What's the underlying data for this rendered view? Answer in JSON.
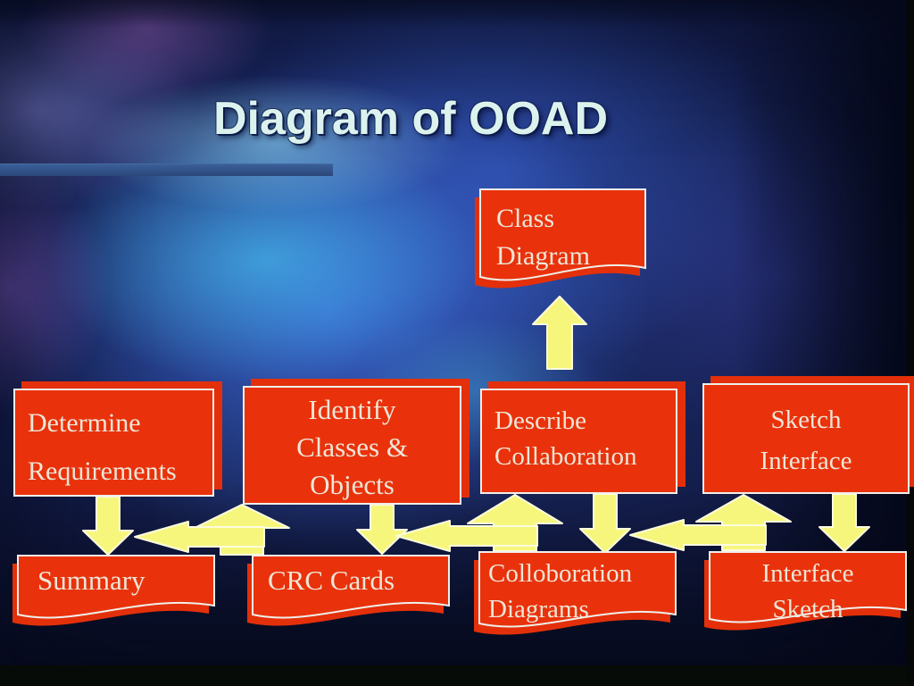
{
  "title": {
    "text": "Diagram of OOAD"
  },
  "diagram": {
    "top_box": {
      "id": "class-diagram",
      "lines": [
        "Class",
        "Diagram"
      ]
    },
    "middle_row": [
      {
        "id": "determine-requirements",
        "lines": [
          "Determine",
          "Requirements"
        ]
      },
      {
        "id": "identify-classes-objects",
        "lines": [
          "Identify",
          "Classes &",
          "Objects"
        ]
      },
      {
        "id": "describe-collaboration",
        "lines": [
          "Describe",
          "Collaboration"
        ]
      },
      {
        "id": "sketch-interface",
        "lines": [
          "Sketch",
          "Interface"
        ]
      }
    ],
    "bottom_row": [
      {
        "id": "summary",
        "lines": [
          "Summary"
        ]
      },
      {
        "id": "crc-cards",
        "lines": [
          "CRC Cards"
        ]
      },
      {
        "id": "colloboration-diagrams",
        "lines": [
          "Colloboration",
          "Diagrams"
        ]
      },
      {
        "id": "interface-sketch",
        "lines": [
          "Interface",
          "Sketch"
        ]
      }
    ],
    "edges": [
      {
        "from": "Describe Collaboration",
        "to": "Class Diagram",
        "type": "up-arrow"
      },
      {
        "from": "Determine Requirements",
        "to": "Summary",
        "type": "down-arrow"
      },
      {
        "from": "Identify Classes & Objects",
        "to": "CRC Cards",
        "type": "down-arrow"
      },
      {
        "from": "Describe Collaboration",
        "to": "Colloboration Diagrams",
        "type": "down-arrow"
      },
      {
        "from": "Sketch Interface",
        "to": "Interface Sketch",
        "type": "down-arrow"
      },
      {
        "from": "CRC Cards",
        "to": "Identify Classes & Objects",
        "type": "up-arrow"
      },
      {
        "from": "Colloboration Diagrams",
        "to": "Describe Collaboration",
        "type": "up-arrow"
      },
      {
        "from": "Interface Sketch",
        "to": "Sketch Interface",
        "type": "up-arrow"
      },
      {
        "from": "CRC Cards",
        "to": "Summary",
        "type": "left-arrow"
      },
      {
        "from": "Colloboration Diagrams",
        "to": "CRC Cards",
        "type": "left-arrow"
      },
      {
        "from": "Interface Sketch",
        "to": "Colloboration Diagrams",
        "type": "left-arrow"
      }
    ]
  },
  "colors": {
    "box_fill": "#E9320B",
    "box_border": "#EFEFEA",
    "box_text": "#EDE6D8",
    "arrow_fill": "#F6F67D",
    "title_text": "#DCF2EE",
    "title_bar": "#31528A",
    "background_base": "#121A44"
  }
}
